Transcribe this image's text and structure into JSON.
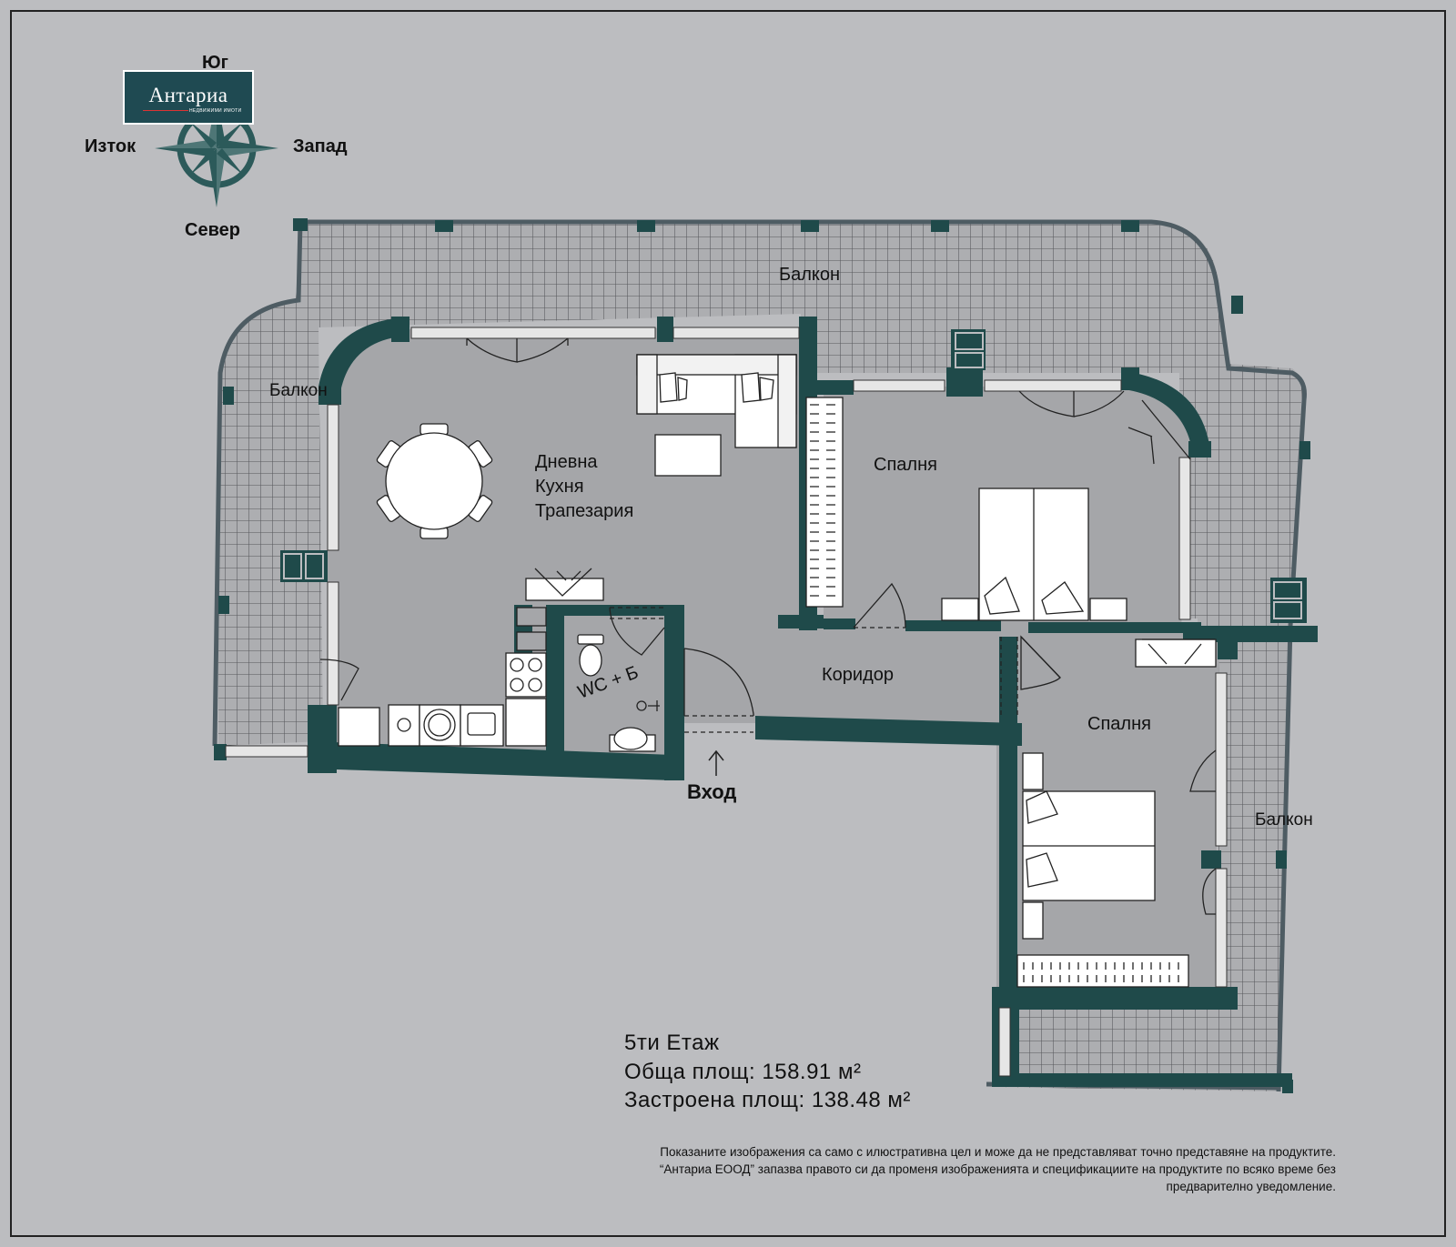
{
  "compass": {
    "north": "Север",
    "south": "Юг",
    "east": "Изток",
    "west": "Запад"
  },
  "logo": {
    "name": "Антариа",
    "tagline": "НЕДВИЖИМИ ИМОТИ"
  },
  "rooms": {
    "balcony_top": "Балкон",
    "balcony_left": "Балкон",
    "balcony_right": "Балкон",
    "living": [
      "Дневна",
      "Кухня",
      "Трапезария"
    ],
    "bedroom_1": "Спалня",
    "bedroom_2": "Спалня",
    "corridor": "Коридор",
    "wc": "WC + Б",
    "entrance": "Вход"
  },
  "floor_info": {
    "floor": "5ти Етаж",
    "total_area": "Обща площ: 158.91 м²",
    "built_area": "Застроена площ: 138.48 м²"
  },
  "disclaimer": [
    "Показаните изображения са само с илюстративна цел и може да не представляват точно представяне на продуктите.",
    "“Антариа ЕООД” запазва правото си да променя изображенията и спецификациите на продуктите по всяко време без",
    "предварително уведомление."
  ],
  "colors": {
    "background": "#bcbdc0",
    "wall": "#1f4a4a",
    "floor": "#a5a6a9",
    "balcony": "#adaeb1",
    "accent": "#2c5a5a"
  }
}
